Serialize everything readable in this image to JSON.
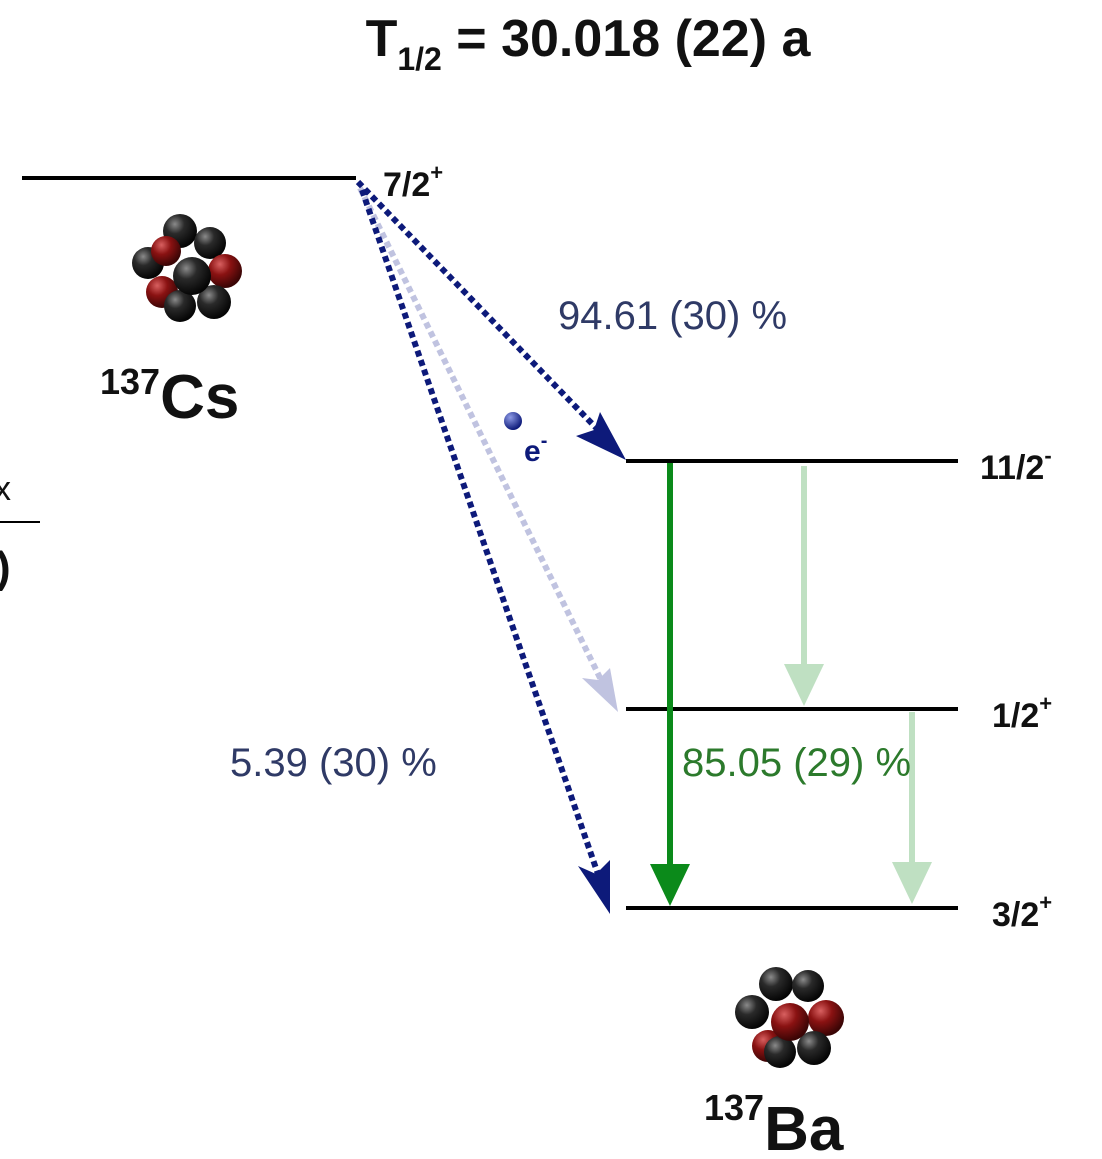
{
  "title": {
    "main": "T",
    "sub": "1/2",
    "rest": " = 30.018 (22) a"
  },
  "parent": {
    "mass": "137",
    "symbol": "Cs",
    "spin": "7/2",
    "parity": "+"
  },
  "daughter": {
    "mass": "137",
    "symbol": "Ba"
  },
  "levels": [
    {
      "spin": "11/2",
      "parity": "-"
    },
    {
      "spin": "1/2",
      "parity": "+"
    },
    {
      "spin": "3/2",
      "parity": "+"
    }
  ],
  "branches": {
    "beta_upper": "94.61 (30) %",
    "beta_lower": "5.39 (30) %",
    "gamma": "85.05 (29) %"
  },
  "electron": {
    "symbol": "e",
    "charge": "-"
  },
  "left_edge": {
    "fragment_upper": "x",
    "fragment_lower": ")"
  },
  "colors": {
    "level_line": "#000000",
    "beta_arrow": "#0d1a7a",
    "beta_arrow_faded": "#c0c3e0",
    "gamma_arrow": "#0b8a1a",
    "gamma_arrow_faded": "#bfe0c2",
    "branch_text": "#2f3a66",
    "gamma_text": "#2c7a2c",
    "nucleon_black": "#1a1a1a",
    "nucleon_red": "#7a1414"
  }
}
